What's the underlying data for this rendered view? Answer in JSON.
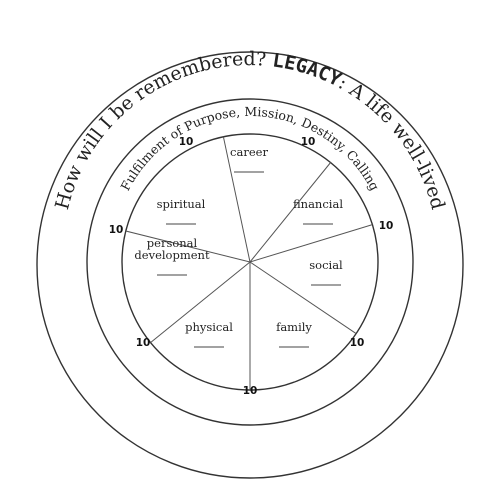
{
  "outer_ring": {
    "part1": "How will I be remembered? ",
    "part2": "LEGACY",
    "part3": ": A life well-lived"
  },
  "middle_ring": {
    "text": "Fulfilment of Purpose, Mission, Destiny, Calling"
  },
  "wheel": {
    "segments": [
      {
        "label_lines": [
          "career"
        ]
      },
      {
        "label_lines": [
          "financial"
        ]
      },
      {
        "label_lines": [
          "social"
        ]
      },
      {
        "label_lines": [
          "family"
        ]
      },
      {
        "label_lines": [
          "physical"
        ]
      },
      {
        "label_lines": [
          "personal",
          "development"
        ]
      },
      {
        "label_lines": [
          "spiritual"
        ]
      }
    ],
    "scores": [
      "10",
      "10",
      "10",
      "10",
      "10",
      "10",
      "10"
    ]
  }
}
